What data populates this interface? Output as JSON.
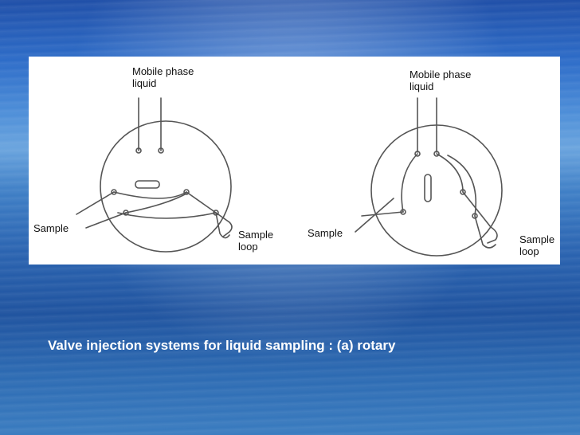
{
  "diagram": {
    "left": {
      "mobile_label": "Mobile phase\nliquid",
      "sample_label": "Sample",
      "loop_label": "Sample\nloop"
    },
    "right": {
      "mobile_label": "Mobile phase\nliquid",
      "sample_label": "Sample",
      "loop_label": "Sample\nloop"
    }
  },
  "caption": "Valve injection systems for liquid sampling : (a) rotary"
}
